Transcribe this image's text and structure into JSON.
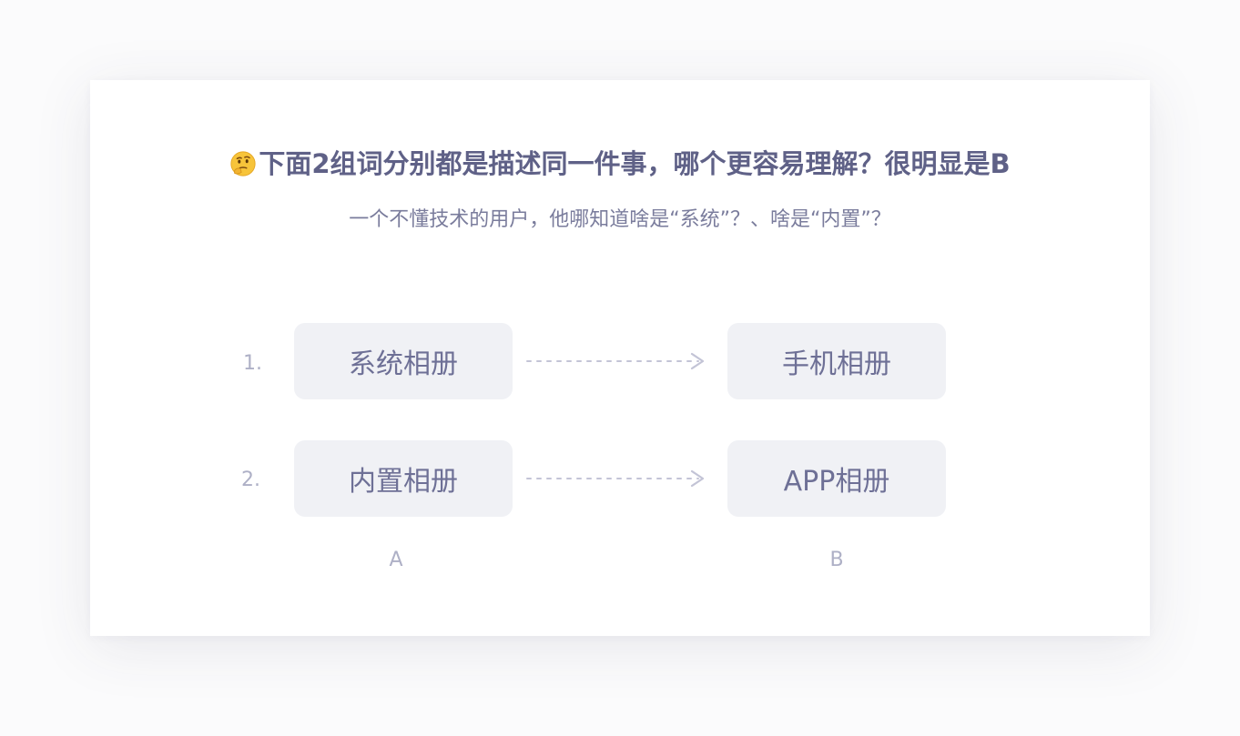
{
  "title": {
    "emoji_icon": "thinking-face-icon",
    "text": "下面2组词分别都是描述同一件事，哪个更容易理解？很明显是B"
  },
  "subtitle": "一个不懂技术的用户，他哪知道啥是“系统”？、啥是“内置”？",
  "rows": [
    {
      "number": "1.",
      "a": "系统相册",
      "b": "手机相册"
    },
    {
      "number": "2.",
      "a": "内置相册",
      "b": "APP相册"
    }
  ],
  "columns": {
    "a": "A",
    "b": "B"
  },
  "colors": {
    "title": "#5f6187",
    "text": "#6e7096",
    "muted": "#aeb0c6",
    "box_bg": "#f0f1f5",
    "arrow": "#c3c4d6"
  }
}
